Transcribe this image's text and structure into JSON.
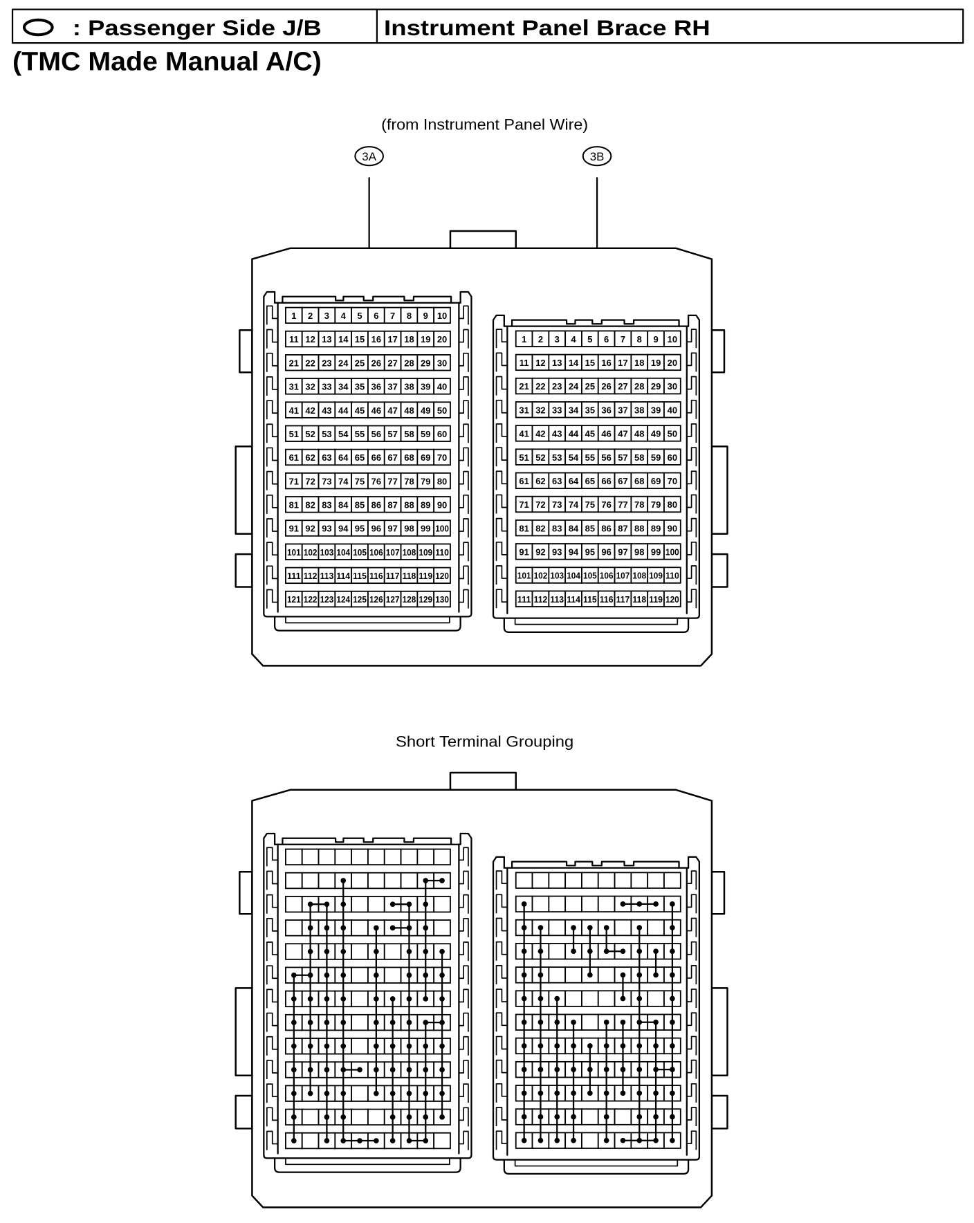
{
  "header": {
    "symbol_icon": "oval-icon",
    "location_label": ": Passenger Side J/B",
    "location_value": "Instrument Panel Brace RH"
  },
  "subtitle": "(TMC Made Manual A/C)",
  "connector_view": {
    "caption": "(from Instrument Panel Wire)",
    "connectors": [
      {
        "id": "3A",
        "terminals": [
          1,
          2,
          3,
          4,
          5,
          6,
          7,
          8,
          9,
          10,
          11,
          12,
          13,
          14,
          15,
          16,
          17,
          18,
          19,
          20,
          21,
          22,
          23,
          24,
          25,
          26,
          27,
          28,
          29,
          30,
          31,
          32,
          33,
          34,
          35,
          36,
          37,
          38,
          39,
          40,
          41,
          42,
          43,
          44,
          45,
          46,
          47,
          48,
          49,
          50,
          51,
          52,
          53,
          54,
          55,
          56,
          57,
          58,
          59,
          60,
          61,
          62,
          63,
          64,
          65,
          66,
          67,
          68,
          69,
          70,
          71,
          72,
          73,
          74,
          75,
          76,
          77,
          78,
          79,
          80,
          81,
          82,
          83,
          84,
          85,
          86,
          87,
          88,
          89,
          90,
          91,
          92,
          93,
          94,
          95,
          96,
          97,
          98,
          99,
          100,
          101,
          102,
          103,
          104,
          105,
          106,
          107,
          108,
          109,
          110,
          111,
          112,
          113,
          114,
          115,
          116,
          117,
          118,
          119,
          120,
          121,
          122,
          123,
          124,
          125,
          126,
          127,
          128,
          129,
          130
        ]
      },
      {
        "id": "3B",
        "terminals": [
          1,
          2,
          3,
          4,
          5,
          6,
          7,
          8,
          9,
          10,
          11,
          12,
          13,
          14,
          15,
          16,
          17,
          18,
          19,
          20,
          21,
          22,
          23,
          24,
          25,
          26,
          27,
          28,
          29,
          30,
          31,
          32,
          33,
          34,
          35,
          36,
          37,
          38,
          39,
          40,
          41,
          42,
          43,
          44,
          45,
          46,
          47,
          48,
          49,
          50,
          51,
          52,
          53,
          54,
          55,
          56,
          57,
          58,
          59,
          60,
          61,
          62,
          63,
          64,
          65,
          66,
          67,
          68,
          69,
          70,
          71,
          72,
          73,
          74,
          75,
          76,
          77,
          78,
          79,
          80,
          81,
          82,
          83,
          84,
          85,
          86,
          87,
          88,
          89,
          90,
          91,
          92,
          93,
          94,
          95,
          96,
          97,
          98,
          99,
          100,
          101,
          102,
          103,
          104,
          105,
          106,
          107,
          108,
          109,
          110,
          111,
          112,
          113,
          114,
          115,
          116,
          117,
          118,
          119,
          120
        ]
      }
    ]
  },
  "short_terminal_grouping": {
    "caption": "Short Terminal Grouping",
    "connectors": {
      "3A": {
        "shorted_terminals": [
          14,
          19,
          20,
          22,
          23,
          24,
          27,
          28,
          29,
          32,
          33,
          34,
          36,
          37,
          38,
          39,
          42,
          43,
          44,
          46,
          48,
          49,
          50,
          51,
          52,
          53,
          54,
          56,
          58,
          59,
          60,
          61,
          62,
          63,
          64,
          66,
          67,
          68,
          69,
          70,
          71,
          72,
          73,
          74,
          76,
          77,
          78,
          79,
          80,
          81,
          82,
          83,
          84,
          86,
          87,
          88,
          89,
          90,
          91,
          92,
          93,
          94,
          95,
          96,
          97,
          98,
          99,
          100,
          101,
          102,
          103,
          104,
          106,
          107,
          108,
          109,
          110,
          111,
          113,
          114,
          117,
          118,
          119,
          120,
          121,
          123,
          124,
          125,
          126,
          127,
          128,
          129
        ],
        "links": [
          [
            19,
            20
          ],
          [
            22,
            23
          ],
          [
            27,
            28
          ],
          [
            37,
            38
          ],
          [
            51,
            52
          ],
          [
            79,
            80
          ],
          [
            94,
            95
          ],
          [
            124,
            125
          ],
          [
            125,
            126
          ],
          [
            128,
            129
          ],
          [
            51,
            121
          ],
          [
            22,
            102
          ],
          [
            23,
            123
          ],
          [
            14,
            124
          ],
          [
            36,
            106
          ],
          [
            67,
            127
          ],
          [
            28,
            128
          ],
          [
            19,
            69
          ],
          [
            79,
            129
          ],
          [
            50,
            120
          ]
        ]
      },
      "3B": {
        "shorted_terminals": [
          11,
          17,
          18,
          19,
          20,
          21,
          22,
          24,
          25,
          26,
          28,
          30,
          31,
          32,
          34,
          35,
          36,
          37,
          38,
          39,
          40,
          41,
          42,
          45,
          47,
          48,
          49,
          50,
          51,
          52,
          53,
          57,
          58,
          60,
          61,
          62,
          63,
          64,
          66,
          67,
          68,
          69,
          70,
          71,
          72,
          73,
          74,
          75,
          76,
          77,
          78,
          79,
          80,
          81,
          82,
          83,
          84,
          85,
          86,
          87,
          88,
          89,
          90,
          91,
          92,
          93,
          94,
          95,
          96,
          97,
          98,
          99,
          100,
          101,
          102,
          103,
          104,
          106,
          108,
          109,
          110,
          111,
          112,
          113,
          114,
          116,
          117,
          118,
          119,
          120
        ],
        "links": [
          [
            17,
            18
          ],
          [
            18,
            19
          ],
          [
            36,
            37
          ],
          [
            68,
            69
          ],
          [
            89,
            90
          ],
          [
            117,
            118
          ],
          [
            118,
            119
          ],
          [
            11,
            111
          ],
          [
            22,
            112
          ],
          [
            53,
            113
          ],
          [
            24,
            34
          ],
          [
            64,
            114
          ],
          [
            25,
            45
          ],
          [
            75,
            95
          ],
          [
            26,
            36
          ],
          [
            66,
            116
          ],
          [
            47,
            57
          ],
          [
            67,
            97
          ],
          [
            28,
            118
          ],
          [
            39,
            49
          ],
          [
            69,
            119
          ],
          [
            20,
            120
          ]
        ]
      }
    }
  },
  "colors": {
    "ink": "#000000",
    "paper": "#ffffff"
  }
}
